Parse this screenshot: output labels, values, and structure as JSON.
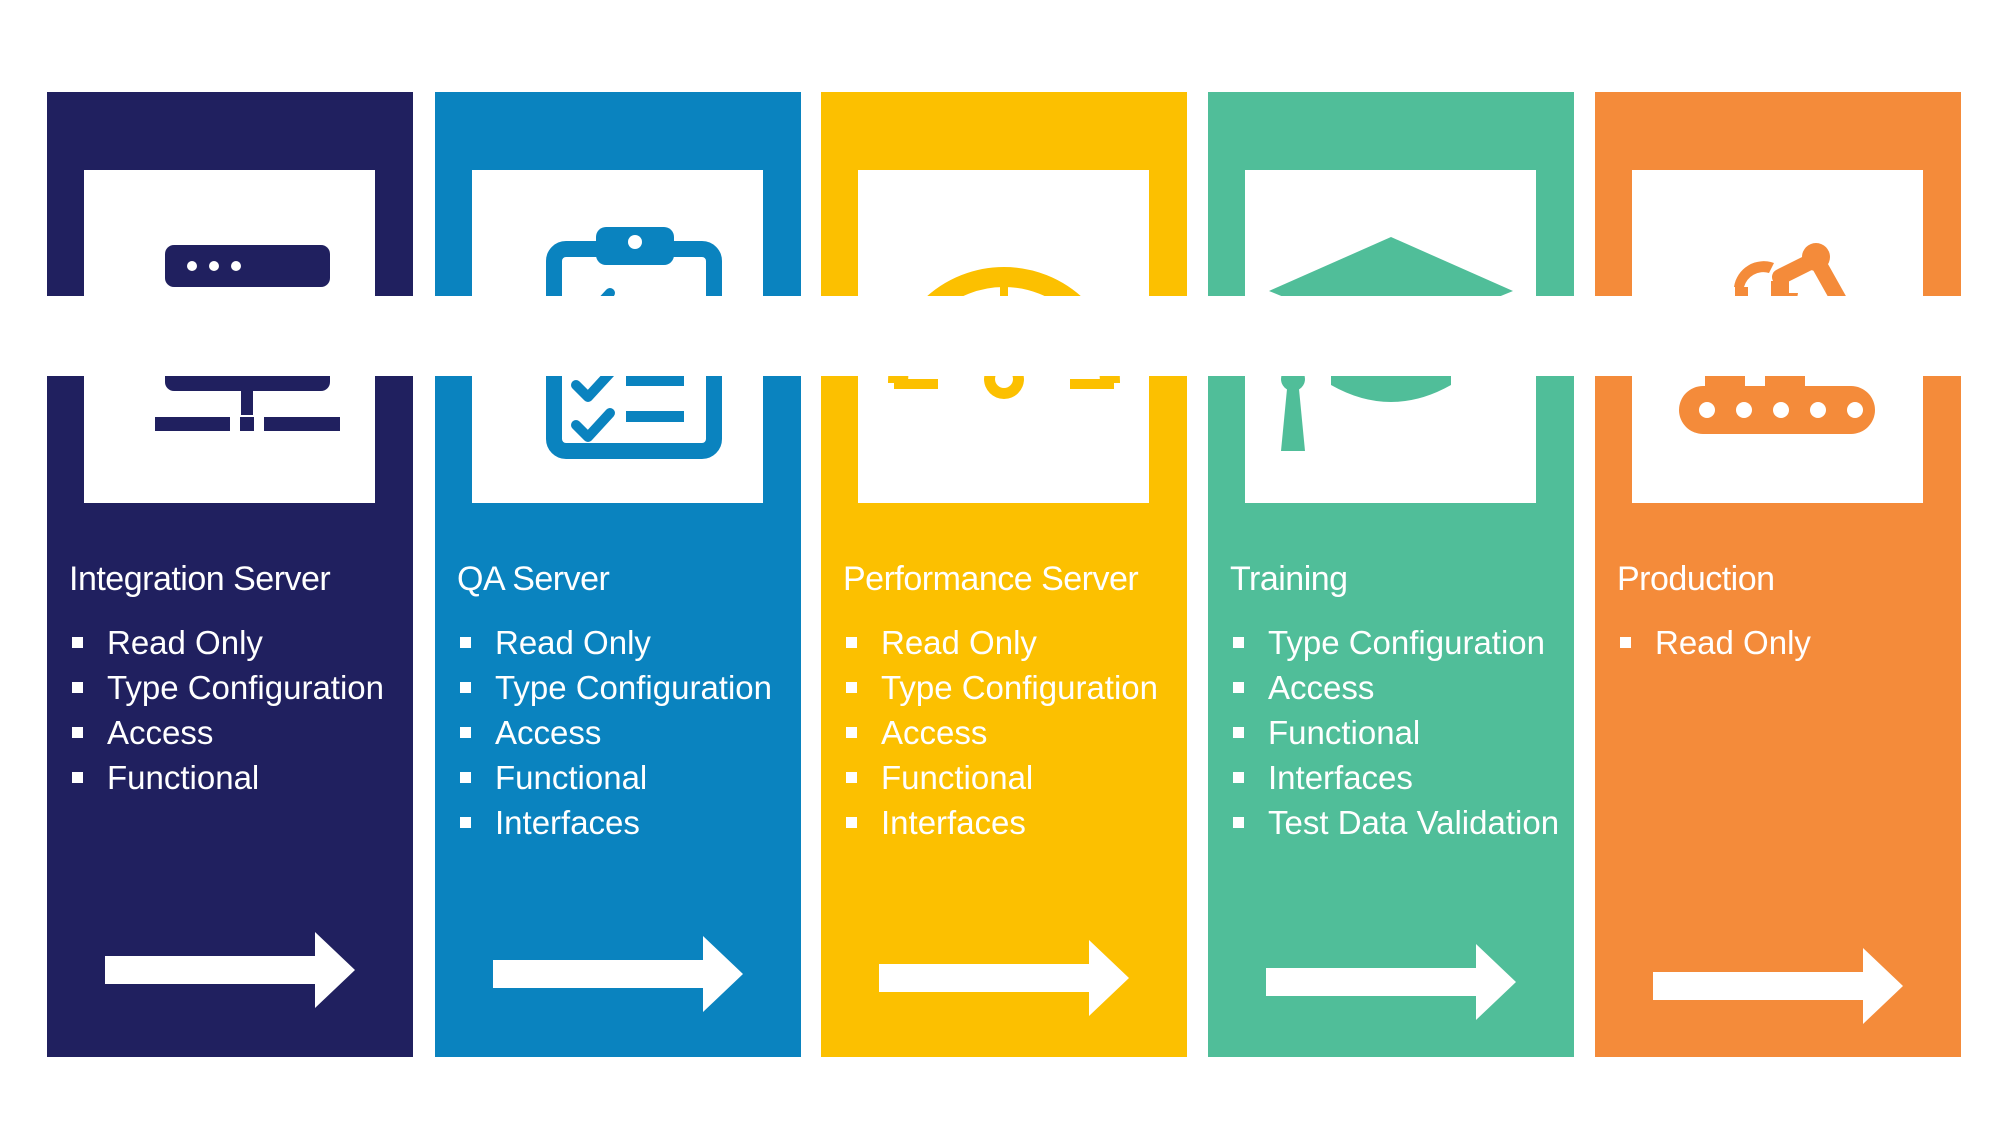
{
  "stages": [
    {
      "title": "Integration Server",
      "color": "#20205f",
      "icon": "server-rack-icon",
      "items": [
        "Read Only",
        "Type Configuration",
        "Access",
        "Functional"
      ]
    },
    {
      "title": "QA Server",
      "color": "#0a83bf",
      "icon": "clipboard-checklist-icon",
      "items": [
        "Read Only",
        "Type Configuration",
        "Access",
        "Functional",
        "Interfaces"
      ]
    },
    {
      "title": "Performance Server",
      "color": "#fcc000",
      "icon": "speedometer-gauge-icon",
      "items": [
        "Read Only",
        "Type Configuration",
        "Access",
        "Functional",
        "Interfaces"
      ]
    },
    {
      "title": "Training",
      "color": "#50be99",
      "icon": "graduation-cap-icon",
      "items": [
        "Type Configuration",
        "Access",
        "Functional",
        "Interfaces",
        "Test Data Validation"
      ]
    },
    {
      "title": "Production",
      "color": "#f48b3a",
      "icon": "robotic-arm-conveyor-icon",
      "items": [
        "Read Only"
      ]
    }
  ]
}
